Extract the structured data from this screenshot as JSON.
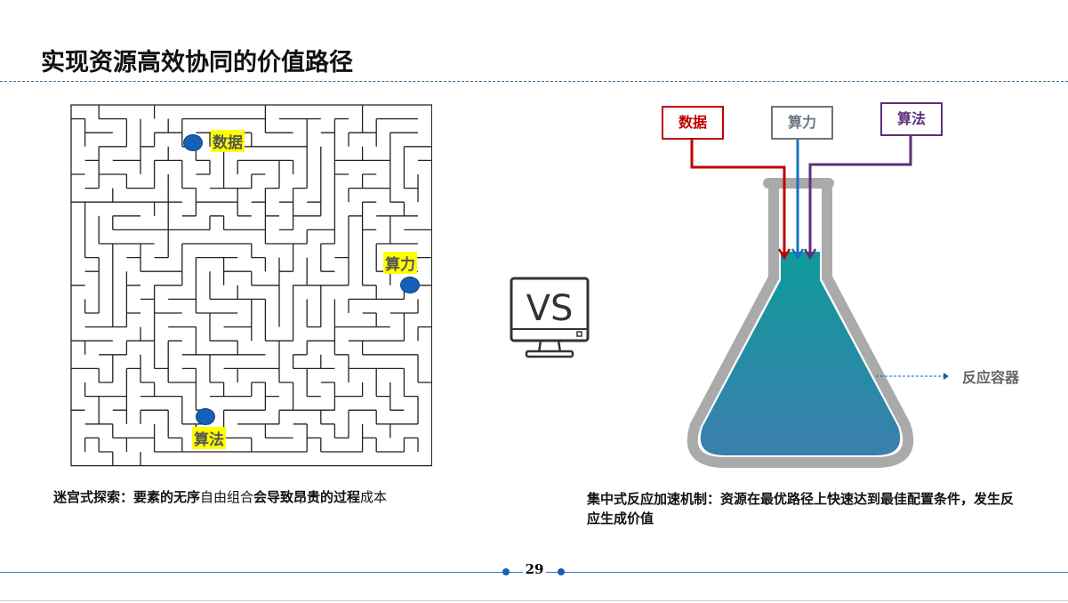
{
  "title": "实现资源高效协同的价值路径",
  "maze": {
    "labels": {
      "data": "数据",
      "compute": "算力",
      "algo": "算法"
    }
  },
  "left_caption": {
    "bold1": "迷宫式探索：要素的无序",
    "normal1": "自由组合",
    "bold2": "会导致昂贵的过程",
    "normal2": "成本"
  },
  "vs": "VS",
  "flask": {
    "inputs": [
      {
        "label": "数据",
        "color": "#c00000"
      },
      {
        "label": "算力",
        "color": "#6b7480"
      },
      {
        "label": "算法",
        "color": "#5e2f7a"
      }
    ],
    "container_label": "反应容器",
    "liquid_color": "#0e9a9a"
  },
  "right_caption": "集中式反应加速机制：资源在最优路径上快速达到最佳配置条件，发生反应生成价值",
  "page_number": "29"
}
